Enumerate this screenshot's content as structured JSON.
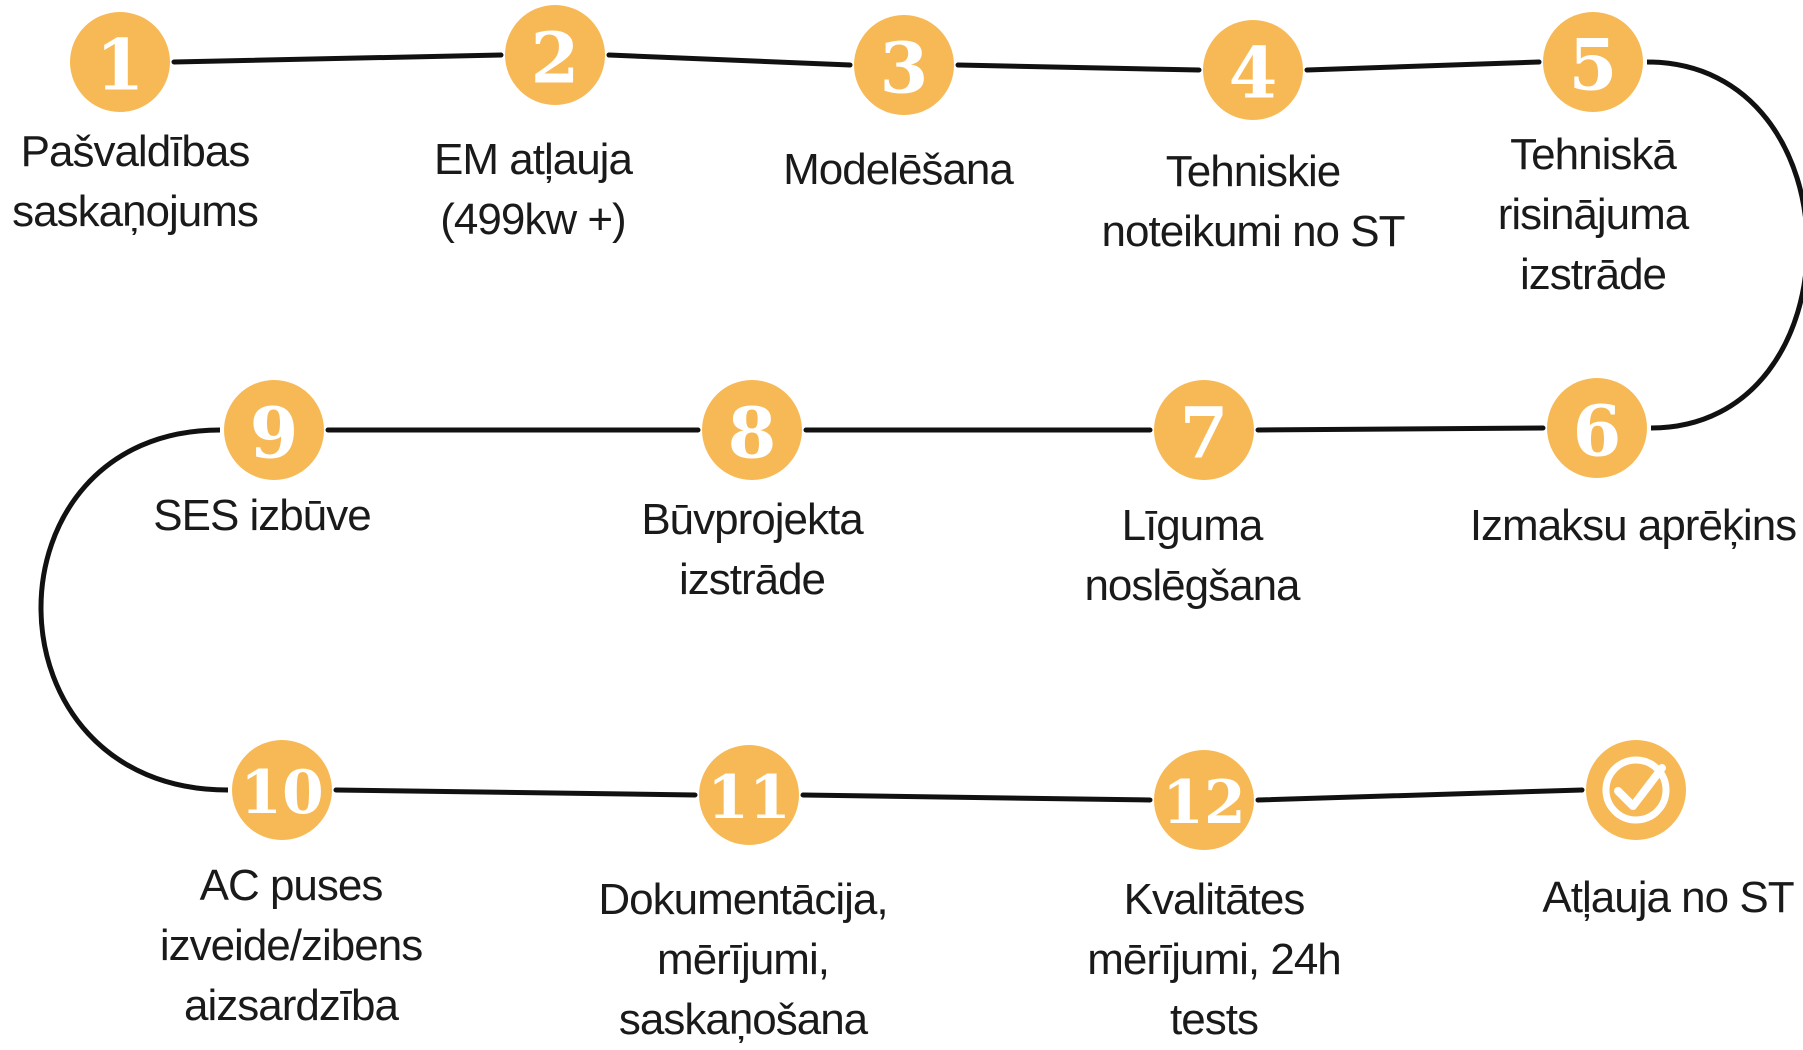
{
  "colors": {
    "circle": "#F7B955",
    "line": "#111111",
    "number": "#ffffff",
    "text": "#1a1a1a"
  },
  "steps": [
    {
      "number": "1",
      "lines": [
        "Pašvaldības",
        "saskaņojums"
      ]
    },
    {
      "number": "2",
      "lines": [
        "EM atļauja",
        "(499kw +)"
      ]
    },
    {
      "number": "3",
      "lines": [
        "Modelēšana"
      ]
    },
    {
      "number": "4",
      "lines": [
        "Tehniskie",
        "noteikumi no ST"
      ]
    },
    {
      "number": "5",
      "lines": [
        "Tehniskā",
        "risinājuma",
        "izstrāde"
      ]
    },
    {
      "number": "6",
      "lines": [
        "Izmaksu aprēķins"
      ]
    },
    {
      "number": "7",
      "lines": [
        "Līguma noslēgšana"
      ]
    },
    {
      "number": "8",
      "lines": [
        "Būvprojekta",
        "izstrāde"
      ]
    },
    {
      "number": "9",
      "lines": [
        "SES izbūve"
      ]
    },
    {
      "number": "10",
      "lines": [
        "AC puses",
        "izveide/zibens",
        "aizsardzība"
      ]
    },
    {
      "number": "11",
      "lines": [
        "Dokumentācija,",
        "mērījumi,",
        "saskaņošana"
      ]
    },
    {
      "number": "12",
      "lines": [
        "Kvalitātes",
        "mērījumi, 24h",
        "tests"
      ]
    },
    {
      "number": "",
      "icon": "check-circle-icon",
      "lines": [
        "Atļauja no ST"
      ]
    }
  ]
}
